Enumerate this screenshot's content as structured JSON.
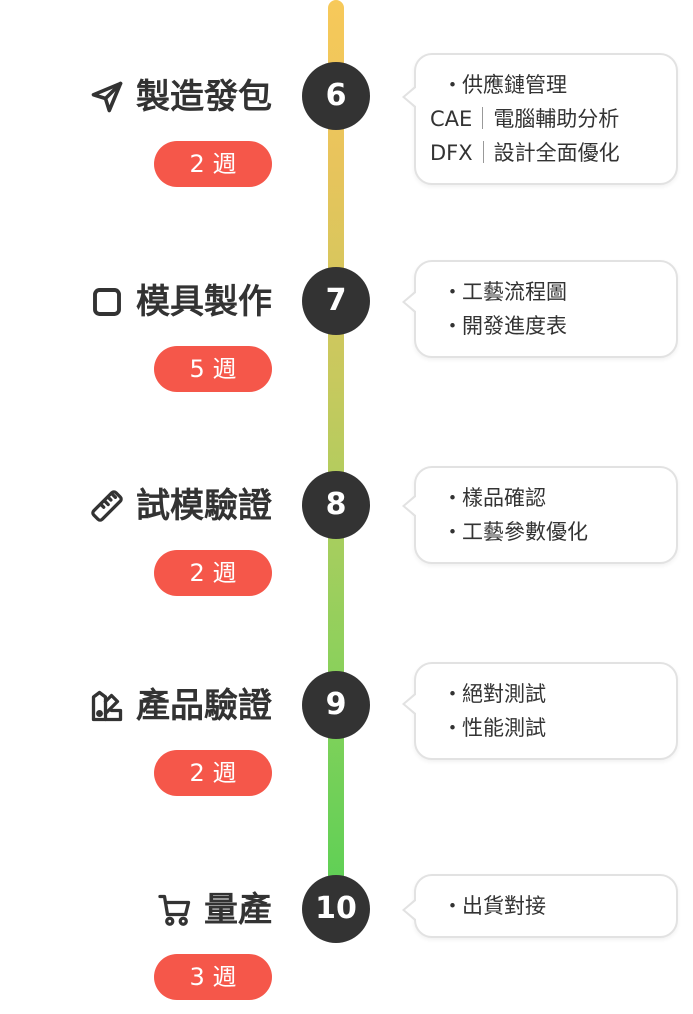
{
  "timeline": {
    "steps": [
      {
        "number": "6",
        "title": "製造發包",
        "duration": "2 週",
        "icon": "send-icon",
        "notes": [
          {
            "kind": "bullet",
            "text": "供應鏈管理"
          },
          {
            "kind": "code",
            "code": "CAE",
            "text": "電腦輔助分析"
          },
          {
            "kind": "code",
            "code": "DFX",
            "text": "設計全面優化"
          }
        ]
      },
      {
        "number": "7",
        "title": "模具製作",
        "duration": "5 週",
        "icon": "square-icon",
        "notes": [
          {
            "kind": "bullet",
            "text": "工藝流程圖"
          },
          {
            "kind": "bullet",
            "text": "開發進度表"
          }
        ]
      },
      {
        "number": "8",
        "title": "試模驗證",
        "duration": "2 週",
        "icon": "ruler-icon",
        "notes": [
          {
            "kind": "bullet",
            "text": "樣品確認"
          },
          {
            "kind": "bullet",
            "text": "工藝參數優化"
          }
        ]
      },
      {
        "number": "9",
        "title": "產品驗證",
        "duration": "2 週",
        "icon": "swatch-icon",
        "notes": [
          {
            "kind": "bullet",
            "text": "絕對測試"
          },
          {
            "kind": "bullet",
            "text": "性能測試"
          }
        ]
      },
      {
        "number": "10",
        "title": "量產",
        "duration": "3 週",
        "icon": "cart-icon",
        "notes": [
          {
            "kind": "bullet",
            "text": "出貨對接"
          }
        ]
      }
    ]
  },
  "colors": {
    "node": "#333333",
    "pill": "#f5574a",
    "spine_top": "#f7c95a",
    "spine_bottom": "#5bcf55"
  }
}
